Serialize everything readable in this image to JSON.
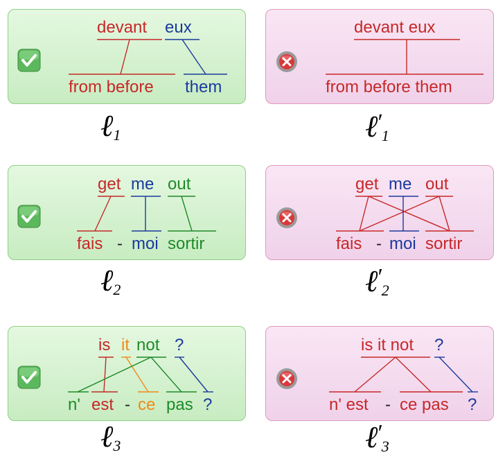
{
  "colors": {
    "red": "#c62828",
    "blue": "#1a3a9c",
    "green": "#1f8a2a",
    "orange": "#f08a16",
    "dash": "#222222"
  },
  "rows": [
    {
      "good": {
        "top": [
          "devant",
          "eux"
        ],
        "bottom": [
          "from before",
          "them"
        ],
        "top_colors": [
          "red",
          "blue"
        ],
        "bottom_colors": [
          "red",
          "blue"
        ]
      },
      "good_label": {
        "sym": "ℓ",
        "sub": "1"
      },
      "bad": {
        "top": [
          "devant eux"
        ],
        "bottom": [
          "from before them"
        ],
        "top_colors": [
          "red"
        ],
        "bottom_colors": [
          "red"
        ]
      },
      "bad_label": {
        "sym": "ℓ",
        "sub": "1",
        "prime": "′"
      }
    },
    {
      "good": {
        "top": [
          "get",
          "me",
          "out"
        ],
        "bottom": [
          "fais",
          "-",
          "moi",
          "sortir"
        ],
        "top_colors": [
          "red",
          "blue",
          "green"
        ],
        "bottom_colors": [
          "red",
          "dash",
          "blue",
          "green"
        ]
      },
      "good_label": {
        "sym": "ℓ",
        "sub": "2"
      },
      "bad": {
        "top": [
          "get",
          "me",
          "out"
        ],
        "bottom": [
          "fais",
          "-",
          "moi",
          "sortir"
        ],
        "top_colors": [
          "red",
          "blue",
          "red"
        ],
        "bottom_colors": [
          "red",
          "dash",
          "blue",
          "red"
        ]
      },
      "bad_label": {
        "sym": "ℓ",
        "sub": "2",
        "prime": "′"
      }
    },
    {
      "good": {
        "top": [
          "is",
          "it",
          "not",
          "?"
        ],
        "bottom": [
          "n'",
          "est",
          "-",
          "ce",
          "pas",
          "?"
        ],
        "top_colors": [
          "red",
          "orange",
          "green",
          "blue"
        ],
        "bottom_colors": [
          "green",
          "red",
          "dash",
          "orange",
          "green",
          "blue"
        ]
      },
      "good_label": {
        "sym": "ℓ",
        "sub": "3"
      },
      "bad": {
        "top": [
          "is it not",
          "?"
        ],
        "bottom": [
          "n' est",
          "-",
          "ce pas",
          "?"
        ],
        "top_colors": [
          "red",
          "blue"
        ],
        "bottom_colors": [
          "red",
          "dash",
          "red",
          "blue"
        ]
      },
      "bad_label": {
        "sym": "ℓ",
        "sub": "3",
        "prime": "′"
      }
    }
  ]
}
